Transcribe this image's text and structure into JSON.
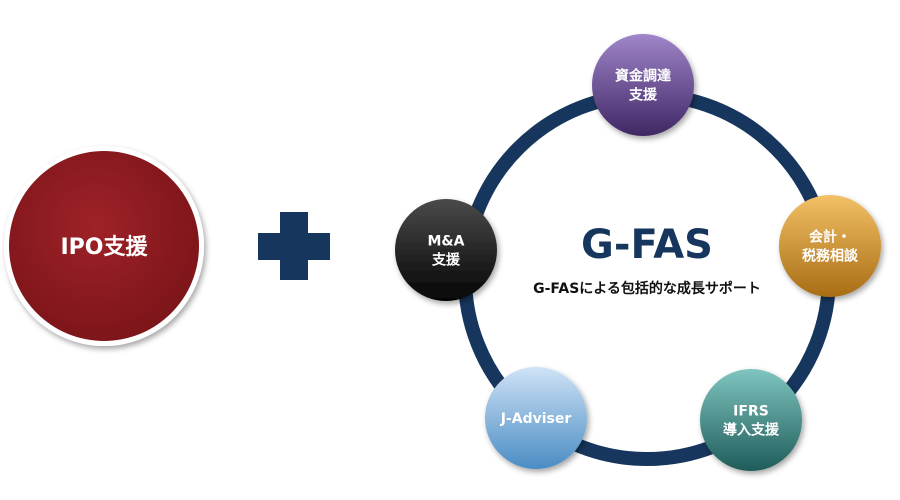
{
  "ipo": {
    "label": "IPO支援",
    "color": "#8b1a1e"
  },
  "plus": {
    "color": "#17365d"
  },
  "gfas": {
    "title": "G-FAS",
    "subtitle": "G-FASによる包括的な成長サポート",
    "ring_color": "#17365d"
  },
  "nodes": [
    {
      "id": "funding",
      "lines": [
        "資金調達",
        "支援"
      ],
      "color_top": "#9f85c9",
      "color_bottom": "#3f2763"
    },
    {
      "id": "accounting",
      "lines": [
        "会計・",
        "税務相談"
      ],
      "color_top": "#f2c067",
      "color_bottom": "#a86d14"
    },
    {
      "id": "ifrs",
      "lines": [
        "IFRS",
        "導入支援"
      ],
      "color_top": "#7fc5c0",
      "color_bottom": "#1f5c5a"
    },
    {
      "id": "j-adviser",
      "lines": [
        "J-Adviser"
      ],
      "color_top": "#cfe3f6",
      "color_bottom": "#4a8cc4"
    },
    {
      "id": "ma",
      "lines": [
        "M&A",
        "支援"
      ],
      "color_top": "#4a4a4a",
      "color_bottom": "#050505"
    }
  ]
}
